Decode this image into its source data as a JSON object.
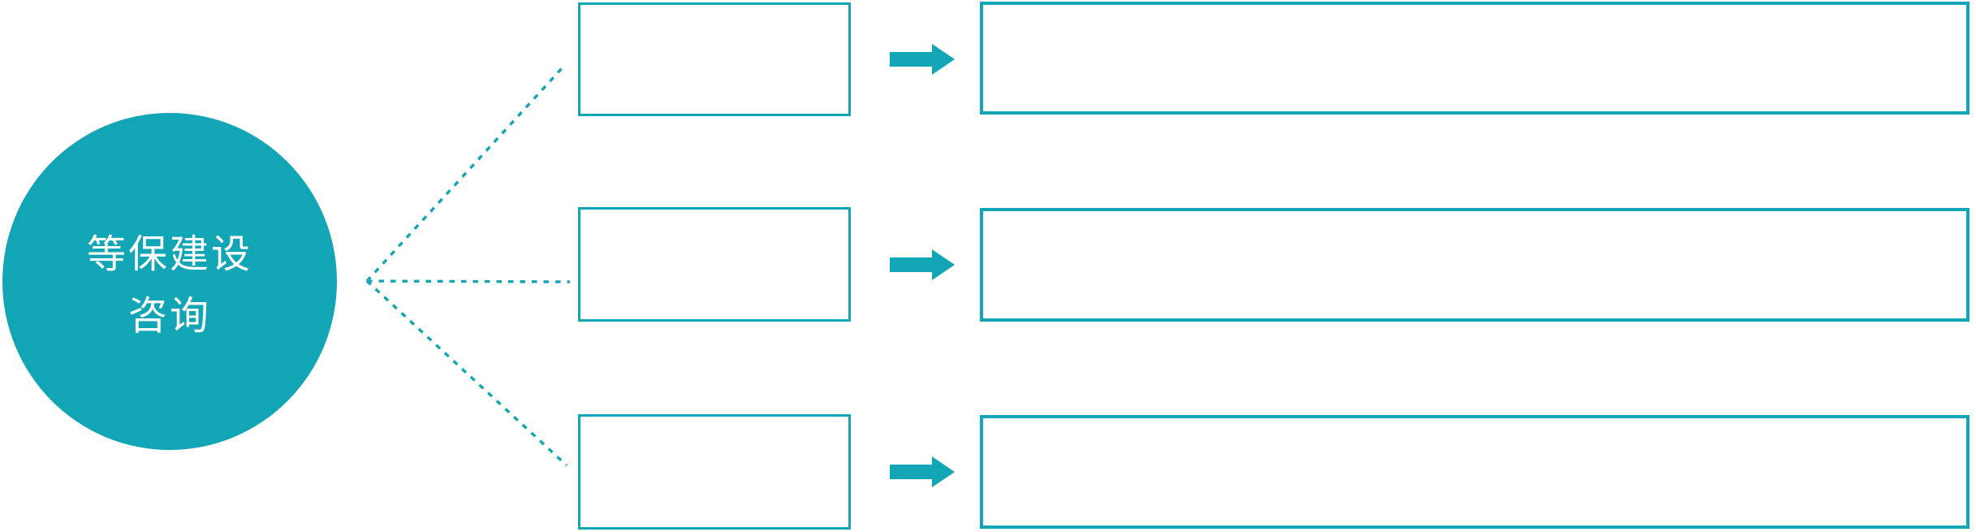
{
  "diagram": {
    "hub": {
      "label_line1": "等保建设",
      "label_line2": "咨询",
      "full_label": "等保建设咨询"
    },
    "colors": {
      "accent_teal": "#12a5b5",
      "background": "#ffffff",
      "hub_text": "#ffffff"
    },
    "rows": [
      {
        "small_box_text": "",
        "big_box_text": ""
      },
      {
        "small_box_text": "",
        "big_box_text": ""
      },
      {
        "small_box_text": "",
        "big_box_text": ""
      }
    ],
    "connectors": {
      "style": "dotted",
      "count": 3,
      "origin": "hub-circle-right"
    },
    "arrows": {
      "count": 3,
      "direction": "right"
    }
  }
}
